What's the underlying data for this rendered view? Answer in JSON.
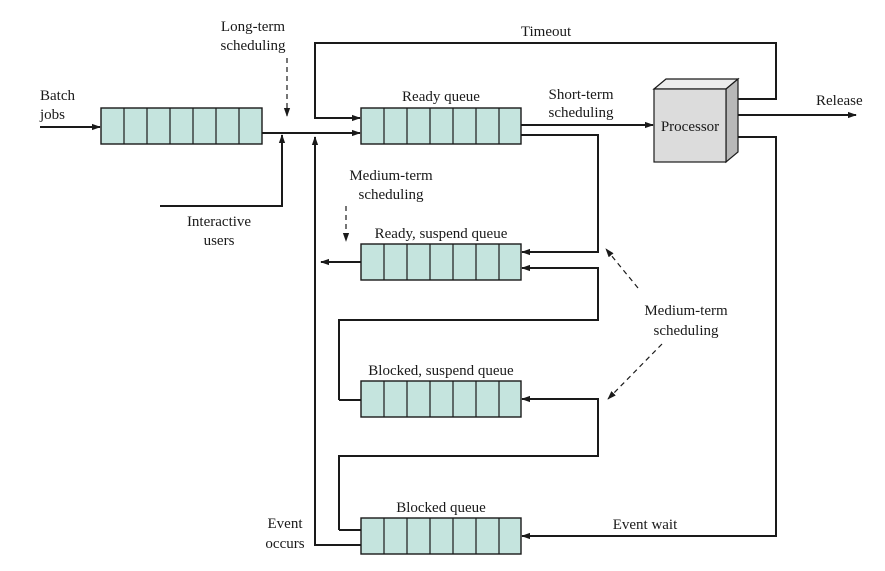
{
  "labels": {
    "long_term_1": "Long-term",
    "long_term_2": "scheduling",
    "timeout": "Timeout",
    "batch_1": "Batch",
    "batch_2": "jobs",
    "ready_queue": "Ready queue",
    "short_term_1": "Short-term",
    "short_term_2": "scheduling",
    "processor": "Processor",
    "release": "Release",
    "medium_top_1": "Medium-term",
    "medium_top_2": "scheduling",
    "interactive_1": "Interactive",
    "interactive_2": "users",
    "ready_suspend": "Ready, suspend queue",
    "medium_right_1": "Medium-term",
    "medium_right_2": "scheduling",
    "blocked_suspend": "Blocked, suspend queue",
    "blocked_queue": "Blocked queue",
    "event_wait": "Event wait",
    "event_occurs_1": "Event",
    "event_occurs_2": "occurs"
  },
  "colors": {
    "queue_fill": "#c5e4de",
    "processor_front": "#dcdcdc",
    "processor_side": "#b8b8b8",
    "processor_top": "#ececec"
  }
}
